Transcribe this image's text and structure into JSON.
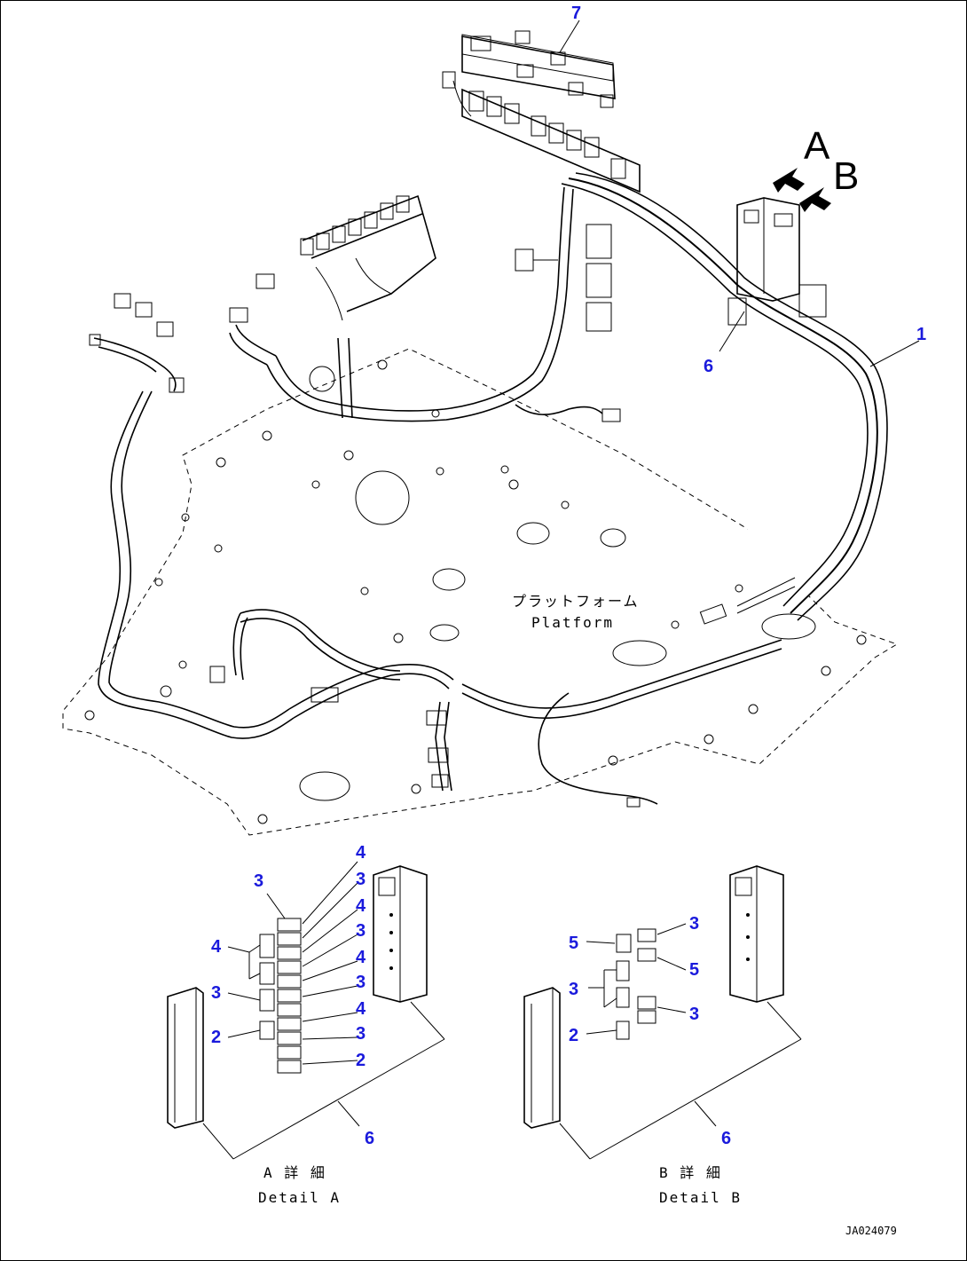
{
  "callouts": {
    "c1": "1",
    "c6_top": "6",
    "c7": "7",
    "detail_a": [
      "4",
      "3",
      "4",
      "3",
      "4",
      "3",
      "4",
      "3",
      "2"
    ],
    "detail_a_left": [
      "3",
      "4",
      "3",
      "2"
    ],
    "c6_a": "6",
    "detail_b_left": [
      "5",
      "3",
      "2"
    ],
    "detail_b_right": [
      "3",
      "5",
      "3"
    ],
    "c6_b": "6"
  },
  "view_letters": {
    "a": "A",
    "b": "B"
  },
  "platform": {
    "jp": "プラットフォーム",
    "en": "Platform"
  },
  "detail_a": {
    "jp": "A 詳 細",
    "en": "Detail A"
  },
  "detail_b": {
    "jp": "B 詳 細",
    "en": "Detail B"
  },
  "drawing_code": "JA024079",
  "colors": {
    "callout": "#1a1adc",
    "line": "#000000"
  }
}
